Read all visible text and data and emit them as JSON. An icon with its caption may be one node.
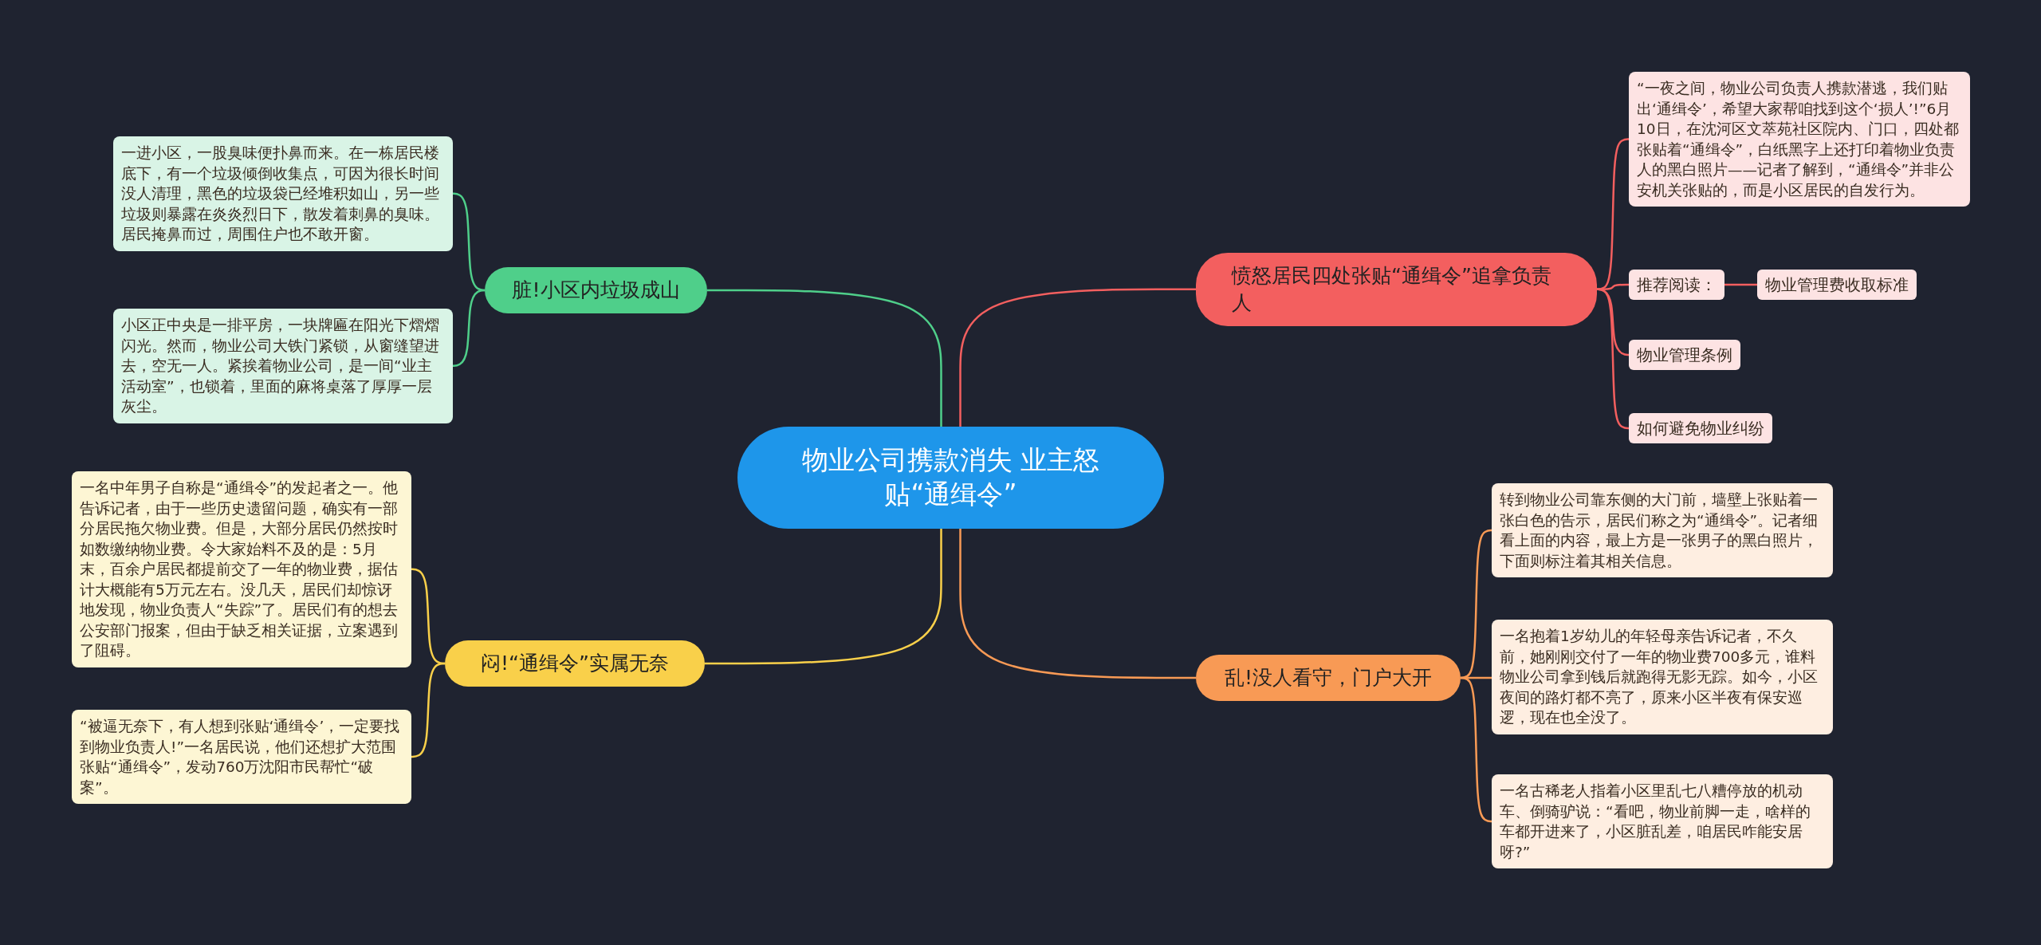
{
  "diagram": {
    "nodes": [
      {
        "text": [
          "物业公司携款消失 业主怒贴“通缉令”"
        ]
      },
      {
        "text": [
          "脏!小区内垃圾成山"
        ]
      },
      {
        "text": [
          "一进小区，一股臭味便扑鼻而来。在一栋居民楼底下，有一个垃圾倾倒收集点，可因为很长时间没人清理，黑色的垃圾袋已经堆积如山，另一些垃圾则暴露在炎炎烈日下，散发着刺鼻的臭味。居民掩鼻而过，周围住户也不敢开窗。"
        ]
      },
      {
        "text": [
          "小区正中央是一排平房，一块牌匾在阳光下熠熠闪光。然而，物业公司大铁门紧锁，从窗缝望进去，空无一人。紧挨着物业公司，是一间“业主活动室”，也锁着，里面的麻将桌落了厚厚一层灰尘。"
        ]
      },
      {
        "text": [
          "闷!“通缉令”实属无奈"
        ]
      },
      {
        "text": [
          "一名中年男子自称是“通缉令”的发起者之一。他告诉记者，由于一些历史遗留问题，确实有一部分居民拖欠物业费。但是，大部分居民仍然按时如数缴纳物业费。令大家始料不及的是：5月末，百余户居民都提前交了一年的物业费，据估计大概能有5万元左右。没几天，居民们却惊讶地发现，物业负责人“失踪”了。居民们有的想去公安部门报案，但由于缺乏相关证据，立案遇到了阻碍。"
        ]
      },
      {
        "text": [
          "“被逼无奈下，有人想到张贴‘通缉令’，一定要找到物业负责人!”一名居民说，他们还想扩大范围张贴“通缉令”，发动760万沈阳市民帮忙“破案”。"
        ]
      },
      {
        "text": [
          "愤怒居民四处张贴“通缉令”追拿负责人"
        ]
      },
      {
        "text": [
          "“一夜之间，物业公司负责人携款潜逃，我们贴出‘通缉令’，希望大家帮咱找到这个‘损人’!”6月10日，在沈河区文萃苑社区院内、门口，四处都张贴着“通缉令”，白纸黑字上还打印着物业负责人的黑白照片——记者了解到，“通缉令”并非公安机关张贴的，而是小区居民的自发行为。"
        ]
      },
      {
        "text": [
          "推荐阅读："
        ]
      },
      {
        "text": [
          "物业管理费收取标准"
        ]
      },
      {
        "text": [
          "物业管理条例"
        ]
      },
      {
        "text": [
          "如何避免物业纠纷"
        ]
      },
      {
        "text": [
          "乱!没人看守，门户大开"
        ]
      },
      {
        "text": [
          "转到物业公司靠东侧的大门前，墙壁上张贴着一张白色的告示，居民们称之为“通缉令”。记者细看上面的内容，最上方是一张男子的黑白照片，下面则标注着其相关信息。"
        ]
      },
      {
        "text": [
          "一名抱着1岁幼儿的年轻母亲告诉记者，不久前，她刚刚交付了一年的物业费700多元，谁料物业公司拿到钱后就跑得无影无踪。如今，小区夜间的路灯都不亮了，原来小区半夜有保安巡逻，现在也全没了。"
        ]
      },
      {
        "text": [
          "一名古稀老人指着小区里乱七八糟停放的机动车、倒骑驴说：“看吧，物业前脚一走，啥样的车都开进来了，小区脏乱差，咱居民咋能安居呀?”"
        ]
      }
    ],
    "edges": [
      {
        "from": 0,
        "to": 1,
        "arrow": "none",
        "color": "#4fcf8a"
      },
      {
        "from": 1,
        "to": 2,
        "arrow": "none",
        "color": "#4fcf8a"
      },
      {
        "from": 1,
        "to": 3,
        "arrow": "none",
        "color": "#4fcf8a"
      },
      {
        "from": 0,
        "to": 4,
        "arrow": "none",
        "color": "#f9d04a"
      },
      {
        "from": 4,
        "to": 5,
        "arrow": "none",
        "color": "#f9d04a"
      },
      {
        "from": 4,
        "to": 6,
        "arrow": "none",
        "color": "#f9d04a"
      },
      {
        "from": 0,
        "to": 7,
        "arrow": "none",
        "color": "#f35f5f"
      },
      {
        "from": 7,
        "to": 8,
        "arrow": "none",
        "color": "#f35f5f"
      },
      {
        "from": 7,
        "to": 9,
        "arrow": "none",
        "color": "#f35f5f"
      },
      {
        "from": 9,
        "to": 10,
        "arrow": "none",
        "color": "#f35f5f"
      },
      {
        "from": 7,
        "to": 11,
        "arrow": "none",
        "color": "#f35f5f"
      },
      {
        "from": 7,
        "to": 12,
        "arrow": "none",
        "color": "#f35f5f"
      },
      {
        "from": 0,
        "to": 13,
        "arrow": "none",
        "color": "#f89a55"
      },
      {
        "from": 13,
        "to": 14,
        "arrow": "none",
        "color": "#f89a55"
      },
      {
        "from": 13,
        "to": 15,
        "arrow": "none",
        "color": "#f89a55"
      },
      {
        "from": 13,
        "to": 16,
        "arrow": "none",
        "color": "#f89a55"
      }
    ]
  }
}
